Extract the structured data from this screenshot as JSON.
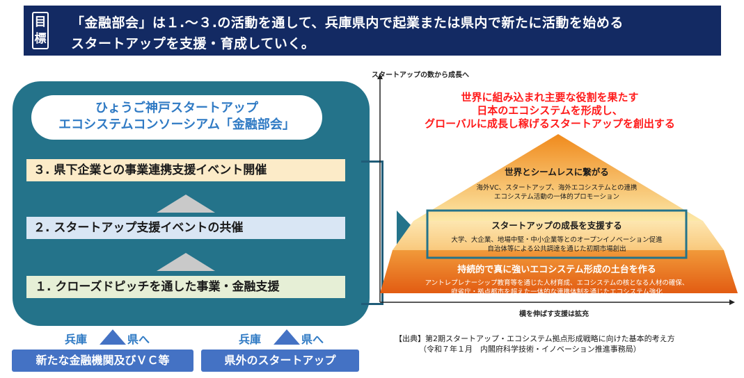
{
  "banner": {
    "tag": "目標",
    "line1": "「金融部会」は１.～３.の活動を通して、兵庫県内で起業または県内で新たに活動を始める",
    "line2": "スタートアップを支援・育成していく。"
  },
  "consortium": {
    "line1": "ひょうご神戸スタートアップ",
    "line2": "エコシステムコンソーシアム「金融部会」"
  },
  "activities": [
    "３. 県下企業との事業連携支援イベント開催",
    "２. スタートアップ支援イベントの共催",
    "１. クローズドピッチを通した事業・金融支援"
  ],
  "flows": [
    {
      "from": "兵庫",
      "to": "県へ",
      "button": "新たな金融機関及びＶＣ等"
    },
    {
      "from": "兵庫",
      "to": "県へ",
      "button": "県外のスタートアップ"
    }
  ],
  "pyramid": {
    "y_axis_label": "スタートアップの数から成長へ",
    "x_axis_label": "横を伸ばす支援は拡充",
    "goal_lines": [
      "世界に組み込まれ主要な役割を果たす",
      "日本のエコシステムを形成し、",
      "グローバルに成長し稼げるスタートアップを創出する"
    ],
    "tiers": [
      {
        "title": "世界とシームレスに繋がる",
        "details": [
          "海外VC、スタートアップ、海外エコシステムとの連携",
          "エコシステム活動の一体的プロモーション"
        ]
      },
      {
        "title": "スタートアップの成長を支援する",
        "details": [
          "大学、大企業、地場中堅・中小企業等とのオープンイノベーション促進",
          "自治体等による公共調達を通じた初期市場創出"
        ]
      },
      {
        "title": "持続的で真に強いエコシステム形成の土台を作る",
        "details": [
          "アントレプレナーシップ教育等を通じた人材育成、エコシステムの核となる人材の確保、",
          "府省庁・拠点都市を超えた一体的な連携体制を通じたエコシステム強化"
        ]
      }
    ],
    "colors": {
      "top": "#f4b400",
      "mid": "#f7a44a",
      "base": "#e8621a",
      "highlight_border": "#24738a"
    }
  },
  "source": {
    "line1": "【出典】第2期スタートアップ・エコシステム拠点形成戦略に向けた基本的考え方",
    "line2": "（令和７年１月　内閣府科学技術・イノベーション推進事務局）"
  }
}
